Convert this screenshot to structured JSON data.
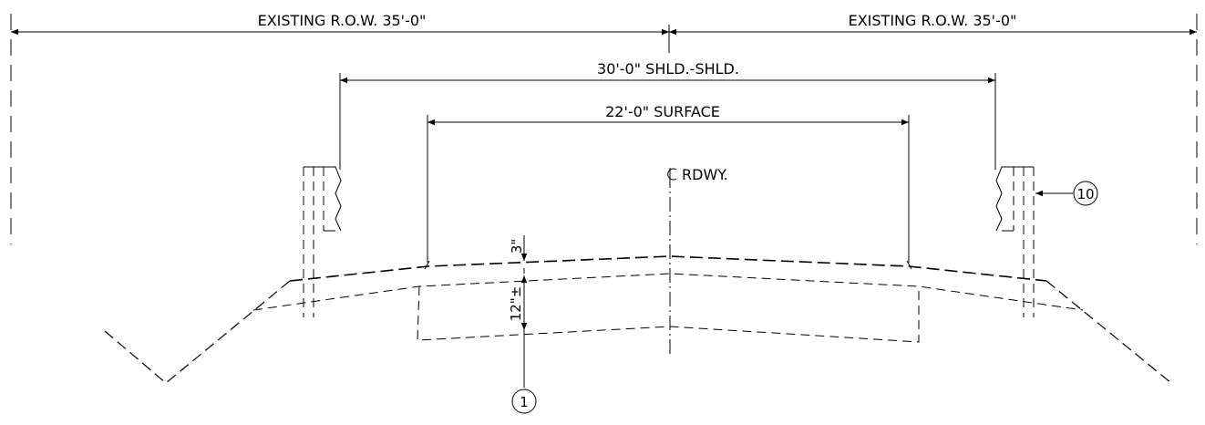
{
  "labels": {
    "row_left": "EXISTING R.O.W. 35'-0\"",
    "row_right": "EXISTING R.O.W. 35'-0\"",
    "shoulder": "30'-0\" SHLD.-SHLD.",
    "surface": "22'-0\" SURFACE",
    "centerline": "RDWY.",
    "dim_3": "3\"",
    "dim_12": "12\"±",
    "callout_1": "1",
    "callout_10": "10"
  }
}
